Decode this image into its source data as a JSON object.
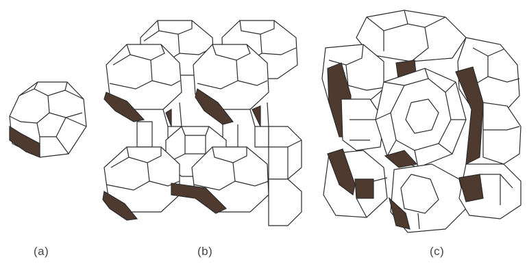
{
  "figure": {
    "panels": [
      {
        "id": "a",
        "label": "(a)"
      },
      {
        "id": "b",
        "label": "(b)"
      },
      {
        "id": "c",
        "label": "(c)"
      }
    ],
    "colors": {
      "line": "#2b2b2b",
      "shaded_face": "#4e3a2f",
      "background": "#ffffff"
    }
  }
}
